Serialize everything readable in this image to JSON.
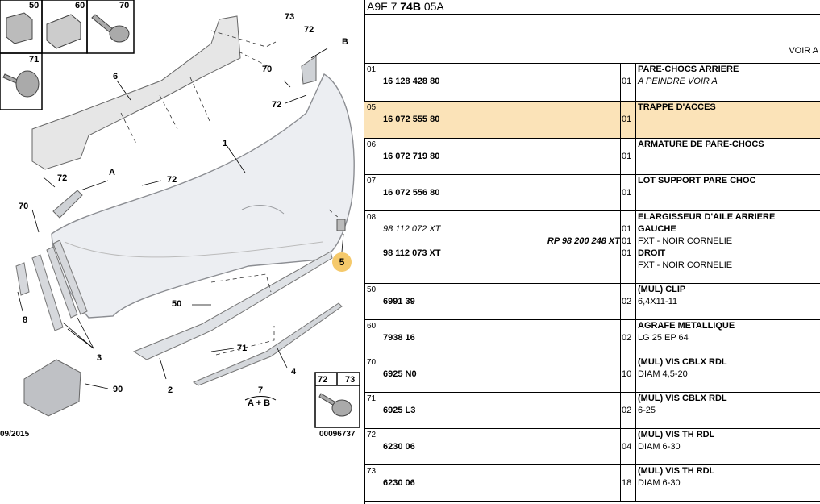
{
  "header": {
    "ref_a": "A9F 7",
    "ref_b": "74B",
    "ref_c": "05A",
    "voir": "VOIR A"
  },
  "diagram": {
    "corner_refs": [
      "50",
      "60",
      "70",
      "71"
    ],
    "labels": {
      "l73": "73",
      "l72a": "72",
      "lB": "B",
      "l70a": "70",
      "l72b": "72",
      "l6": "6",
      "l1": "1",
      "l72c": "72",
      "lA": "A",
      "l72d": "72",
      "l70b": "70",
      "l5": "5",
      "l8": "8",
      "l50": "50",
      "l71": "71",
      "l3": "3",
      "l4": "4",
      "l2": "2",
      "l90": "90",
      "l7": "7",
      "lAB": "A + B"
    },
    "inset_refs": [
      "72",
      "73"
    ],
    "date": "09/2015",
    "doc_no": "00096737",
    "highlight_color": "#f5c96b"
  },
  "rows": [
    {
      "pos": "01",
      "refs": [
        "16 128 428 80"
      ],
      "qty": [
        "01"
      ],
      "desc": [
        "PARE-CHOCS ARRIERE",
        "A PEINDRE VOIR A"
      ]
    },
    {
      "pos": "05",
      "refs": [
        "16 072 555 80"
      ],
      "qty": [
        "01"
      ],
      "desc": [
        "TRAPPE D'ACCES"
      ]
    },
    {
      "pos": "06",
      "refs": [
        "16 072 719 80"
      ],
      "qty": [
        "01"
      ],
      "desc": [
        "ARMATURE DE PARE-CHOCS"
      ]
    },
    {
      "pos": "07",
      "refs": [
        "16 072 556 80"
      ],
      "qty": [
        "01"
      ],
      "desc": [
        "LOT SUPPORT PARE CHOC"
      ]
    },
    {
      "pos": "08",
      "refs": [
        "98 112 072 XT",
        "RP 98 200 248 XT",
        "98 112 073 XT"
      ],
      "qty": [
        "01",
        "01",
        "01"
      ],
      "desc": [
        "ELARGISSEUR D'AILE ARRIERE",
        "GAUCHE",
        "FXT - NOIR CORNELIE",
        "DROIT",
        "FXT - NOIR CORNELIE"
      ]
    },
    {
      "pos": "50",
      "refs": [
        "6991 39"
      ],
      "qty": [
        "02"
      ],
      "desc": [
        "(MUL) CLIP",
        "6,4X11-11"
      ]
    },
    {
      "pos": "60",
      "refs": [
        "7938 16"
      ],
      "qty": [
        "02"
      ],
      "desc": [
        "AGRAFE METALLIQUE",
        "LG 25 EP 64"
      ]
    },
    {
      "pos": "70",
      "refs": [
        "6925 N0"
      ],
      "qty": [
        "10"
      ],
      "desc": [
        "(MUL) VIS CBLX RDL",
        "DIAM 4,5-20"
      ]
    },
    {
      "pos": "71",
      "refs": [
        "6925 L3"
      ],
      "qty": [
        "02"
      ],
      "desc": [
        "(MUL) VIS CBLX RDL",
        "6-25"
      ]
    },
    {
      "pos": "72",
      "refs": [
        "6230 06"
      ],
      "qty": [
        "04"
      ],
      "desc": [
        "(MUL) VIS TH RDL",
        "DIAM 6-30"
      ]
    },
    {
      "pos": "73",
      "refs": [
        "6230 06"
      ],
      "qty": [
        "18"
      ],
      "desc": [
        "(MUL) VIS TH RDL",
        "DIAM 6-30"
      ]
    }
  ]
}
